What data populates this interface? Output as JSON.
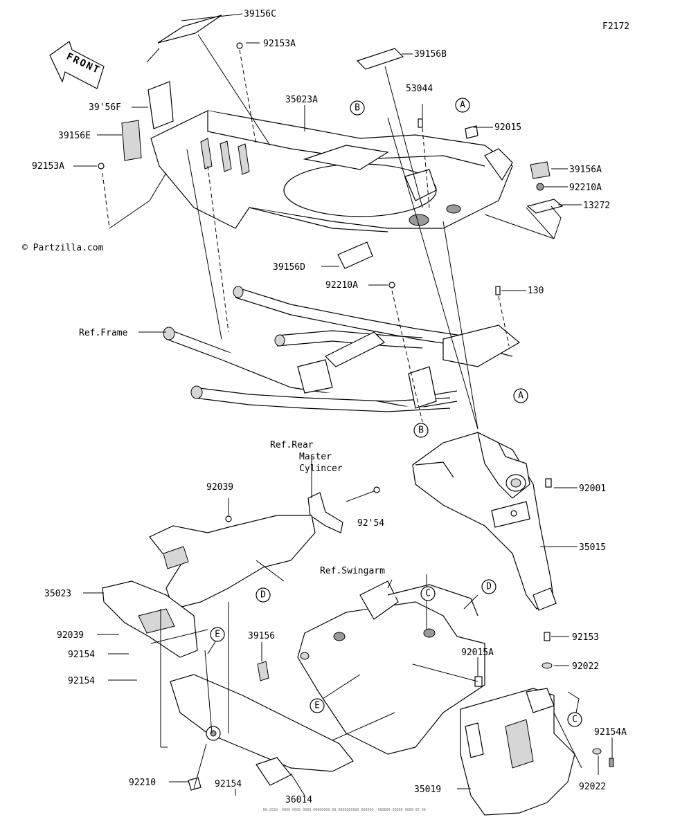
{
  "diagram_code": "F2172",
  "copyright": "© Partzilla.com",
  "front_label": "FRONT",
  "callout_letters": {
    "a": "A",
    "b": "B",
    "c": "C",
    "d": "D",
    "e": "E"
  },
  "parts": {
    "p39156C": "39156C",
    "p92153A_top": "92153A",
    "p39156B": "39156B",
    "p39156F": "39'56F",
    "p35023A": "35023A",
    "p53044": "53044",
    "p92015": "92015",
    "p39156E": "39156E",
    "p39156A": "39156A",
    "p92153A_left": "92153A",
    "p92210A_right": "92210A",
    "p13272": "13272",
    "p39156D": "39156D",
    "p92210A_mid": "92210A",
    "p130": "130",
    "p92001": "92001",
    "p35015": "35015",
    "p92039_top": "92039",
    "p92154_cyl": "92'54",
    "p35023": "35023",
    "p92039_low": "92039",
    "p92154_a": "92154",
    "p92154_b": "92154",
    "p39156": "39156",
    "p92015A": "92015A",
    "p92153": "92153",
    "p92022_top": "92022",
    "p92154A": "92154A",
    "p92210": "92210",
    "p92154_c": "92154",
    "p36014": "36014",
    "p35019": "35019",
    "p92022_low": "92022"
  },
  "references": {
    "frame": "Ref.Frame",
    "rear_master_line1": "Ref.Rear",
    "rear_master_line2": "Master",
    "rear_master_line3": "Cylincer",
    "swingarm": "Ref.Swingarm"
  },
  "footer_fineprint": "KW-2020 -0000-0000-0000-00000000-00 0000000000 000000 -000000-00000 0000-00 00"
}
